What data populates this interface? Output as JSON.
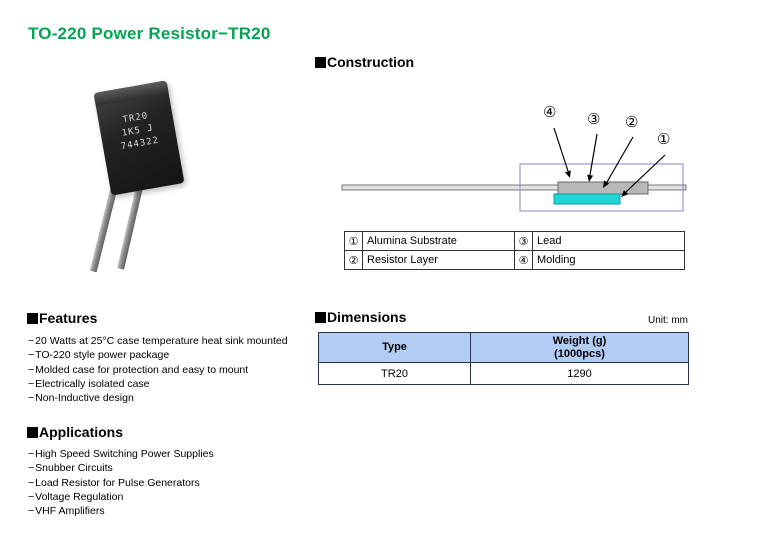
{
  "title": "TO-220 Power Resistor−TR20",
  "bullet_char": "−",
  "colors": {
    "title_green": "#00A551",
    "table_header_blue": "#B3CCF4",
    "substrate_cyan": "#1ED6D6",
    "diagram_outline_blue": "#8585CC"
  },
  "photo": {
    "marking_line1": "TR20",
    "marking_line2": "1K5 J",
    "marking_line3": "744322"
  },
  "construction": {
    "heading": "Construction",
    "callouts": [
      "④",
      "③",
      "②",
      "①"
    ],
    "legend": {
      "rows": [
        {
          "num_left": "①",
          "label_left": "Alumina Substrate",
          "num_right": "③",
          "label_right": "Lead"
        },
        {
          "num_left": "②",
          "label_left": "Resistor Layer",
          "num_right": "④",
          "label_right": "Molding"
        }
      ]
    }
  },
  "features": {
    "heading": "Features",
    "items": [
      "20 Watts at 25°C case temperature heat sink mounted",
      "TO-220 style power package",
      "Molded case for protection and easy to mount",
      "Electrically isolated case",
      "Non-Inductive design"
    ]
  },
  "applications": {
    "heading": "Applications",
    "items": [
      "High Speed Switching Power Supplies",
      "Snubber Circuits",
      "Load Resistor for Pulse Generators",
      "Voltage Regulation",
      "VHF Amplifiers"
    ]
  },
  "dimensions": {
    "heading": "Dimensions",
    "unit_label": "Unit: mm",
    "table": {
      "header_type": "Type",
      "header_weight_line1": "Weight (g)",
      "header_weight_line2": "(1000pcs)",
      "row_type": "TR20",
      "row_weight": "1290"
    }
  }
}
